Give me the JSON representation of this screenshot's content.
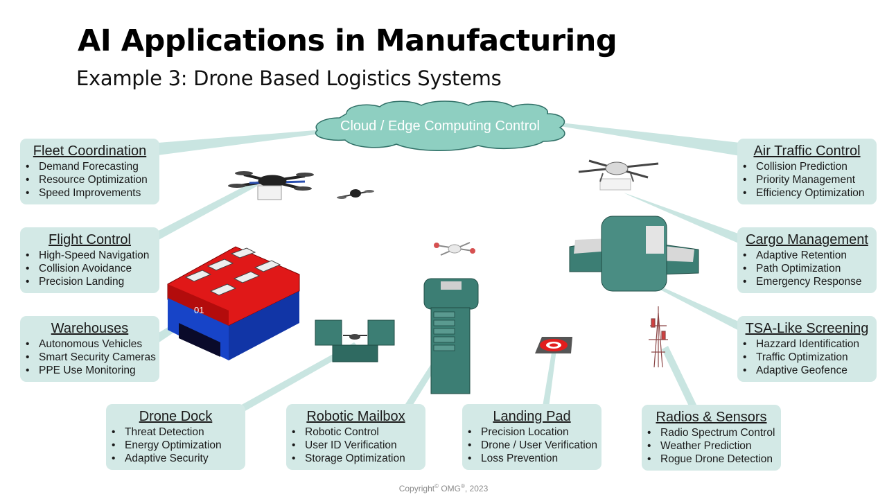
{
  "title": "AI Applications in Manufacturing",
  "subtitle": "Example 3: Drone Based Logistics Systems",
  "cloud_label": "Cloud / Edge Computing Control",
  "warehouse_number": "01",
  "copyright": {
    "prefix": "Copyright",
    "sup1": "©",
    "middle": " OMG",
    "sup2": "®",
    "suffix": ", 2023"
  },
  "colors": {
    "box_fill": "#d3e9e6",
    "connector": "#c9e5e1",
    "cloud_fill": "#8ecfc1",
    "structure": "#3c7e74",
    "warehouse_roof": "#e01818",
    "warehouse_wall": "#1744c8"
  },
  "boxes": {
    "fleet": {
      "heading": "Fleet Coordination",
      "items": [
        "Demand Forecasting",
        "Resource Optimization",
        "Speed Improvements"
      ]
    },
    "flight": {
      "heading": "Flight Control",
      "items": [
        "High-Speed Navigation",
        "Collision Avoidance",
        "Precision Landing"
      ]
    },
    "warehouses": {
      "heading": "Warehouses",
      "items": [
        "Autonomous Vehicles",
        "Smart Security Cameras",
        "PPE Use Monitoring"
      ]
    },
    "air": {
      "heading": "Air Traffic Control",
      "items": [
        "Collision Prediction",
        "Priority Management",
        "Efficiency Optimization"
      ]
    },
    "cargo": {
      "heading": "Cargo Management",
      "items": [
        "Adaptive Retention",
        "Path Optimization",
        "Emergency Response"
      ]
    },
    "tsa": {
      "heading": "TSA-Like Screening",
      "items": [
        "Hazzard Identification",
        "Traffic Optimization",
        "Adaptive Geofence"
      ]
    },
    "dock": {
      "heading": "Drone Dock",
      "items": [
        "Threat Detection",
        "Energy Optimization",
        "Adaptive Security"
      ]
    },
    "mailbox": {
      "heading": "Robotic Mailbox",
      "items": [
        "Robotic Control",
        "User ID Verification",
        "Storage Optimization"
      ]
    },
    "landing": {
      "heading": "Landing Pad",
      "items": [
        "Precision Location",
        "Drone / User Verification",
        "Loss Prevention"
      ]
    },
    "radios": {
      "heading": "Radios & Sensors",
      "items": [
        "Radio Spectrum Control",
        "Weather Prediction",
        "Rogue Drone Detection"
      ]
    }
  }
}
